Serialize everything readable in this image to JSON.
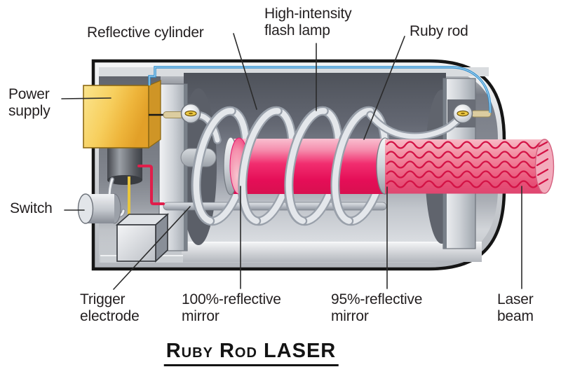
{
  "title": "Ruby Rod LASER",
  "labels": {
    "power_supply": "Power\nsupply",
    "reflective_cylinder": "Reflective cylinder",
    "flash_lamp": "High-intensity\nflash lamp",
    "ruby_rod": "Ruby rod",
    "switch": "Switch",
    "trigger_electrode": "Trigger\nelectrode",
    "mirror_100": "100%-reflective\nmirror",
    "mirror_95": "95%-reflective\nmirror",
    "laser_beam": "Laser\nbeam"
  },
  "colors": {
    "ruby_rod_pink": "#EE1660",
    "laser_beam_pink": "#EE6D8B",
    "wave_red": "#D31245",
    "power_supply_gold": "#F2C455",
    "wire_blue": "#2F8FD0",
    "wire_red": "#E01E4B",
    "wire_yellow": "#E9C63C",
    "casing_silver": "#C6CAD0",
    "interior_gray": "#787C85",
    "label_text": "#231F20"
  }
}
